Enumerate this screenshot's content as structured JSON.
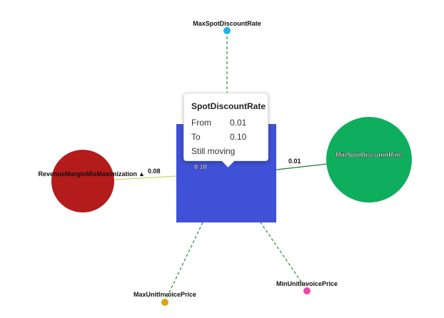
{
  "nodes": {
    "center": {
      "label": "",
      "color": "#3f51d6"
    },
    "max_spot": {
      "label": "MaxSpotDiscountRate",
      "color": "#1fb0ee"
    },
    "min_spot": {
      "label": "MinSpotDiscountRate",
      "color": "#0fae5e"
    },
    "revenue": {
      "label": "RevenueMarginMixMaximization",
      "color": "#b41b1b",
      "icon": "triangle-up-icon",
      "glyph": "▲"
    },
    "max_unit": {
      "label": "MaxUnitInvoicePrice",
      "color": "#d9a514"
    },
    "min_unit": {
      "label": "MinUnitInvoicePrice",
      "color": "#e94aa6"
    }
  },
  "edges": {
    "center_revenue": {
      "value": "0.08",
      "color": "#c9d86a"
    },
    "center_min_spot": {
      "value": "0.01",
      "color": "#1e7a2e"
    },
    "center_inner": {
      "value": "0.10"
    },
    "center_max_spot": {
      "color": "#2a8a3a"
    },
    "center_max_unit": {
      "color": "#2a8a3a"
    },
    "center_min_unit": {
      "color": "#2a8a3a"
    }
  },
  "tooltip": {
    "title": "SpotDiscountRate",
    "from_label": "From",
    "from_value": "0.01",
    "to_label": "To",
    "to_value": "0.10",
    "status": "Still moving"
  }
}
